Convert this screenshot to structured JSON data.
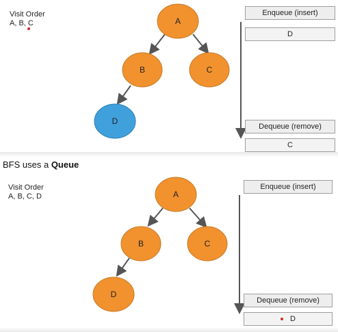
{
  "caption": {
    "prefix": "BFS uses a ",
    "bold": "Queue"
  },
  "panels": [
    {
      "visit_order_title": "Visit Order",
      "visit_order": "A, B, C",
      "nodes": {
        "A": "A",
        "B": "B",
        "C": "C",
        "D": "D"
      },
      "highlighted_node": "D",
      "enqueue_label": "Enqueue (insert)",
      "dequeue_label": "Dequeue (remove)",
      "queue_top": "D",
      "queue_bottom": "C"
    },
    {
      "visit_order_title": "Visit Order",
      "visit_order": "A, B, C, D",
      "nodes": {
        "A": "A",
        "B": "B",
        "C": "C",
        "D": "D"
      },
      "enqueue_label": "Enqueue (insert)",
      "dequeue_label": "Dequeue (remove)",
      "queue_bottom": "D"
    }
  ],
  "colors": {
    "node": "#f1922f",
    "node_highlight": "#3fa0dc",
    "node_stroke": "#c77a26",
    "arrow": "#555555",
    "marker": "#d92626"
  }
}
